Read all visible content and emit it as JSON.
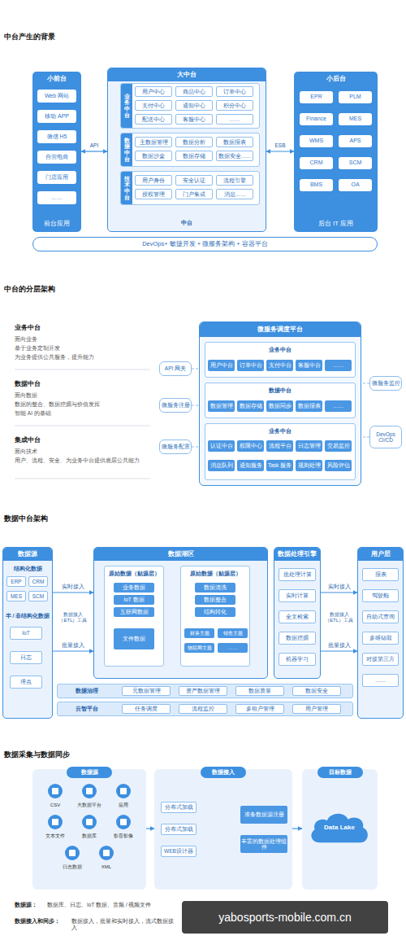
{
  "diagram": {
    "nodes": [
      {
        "text": [
          "小前台",
          "前台应用"
        ]
      },
      {
        "text": [
          "Web 网站"
        ],
        "in": 0
      },
      {
        "text": [
          "移动 APP"
        ],
        "in": 0
      },
      {
        "text": [
          "微信 H5"
        ],
        "in": 0
      },
      {
        "text": [
          "自营电商"
        ],
        "in": 0
      },
      {
        "text": [
          "门店应用"
        ],
        "in": 0
      },
      {
        "text": [
          "……"
        ],
        "in": 0
      },
      {
        "text": [
          "大中台",
          "中台"
        ]
      },
      {
        "text": [
          "业务中台"
        ],
        "in": 7
      },
      {
        "text": [
          "用户中心"
        ],
        "in": 8
      },
      {
        "text": [
          "商品中心"
        ],
        "in": 8
      },
      {
        "text": [
          "订单中心"
        ],
        "in": 8
      },
      {
        "text": [
          "支付中心"
        ],
        "in": 8
      },
      {
        "text": [
          "通知中心"
        ],
        "in": 8
      },
      {
        "text": [
          "积分中心"
        ],
        "in": 8
      },
      {
        "text": [
          "配送中心"
        ],
        "in": 8
      },
      {
        "text": [
          "客服中心"
        ],
        "in": 8
      },
      {
        "text": [
          "……"
        ],
        "in": 8
      },
      {
        "text": [
          "数据中台"
        ],
        "in": 7
      },
      {
        "text": [
          "主数据管理"
        ],
        "in": 18
      },
      {
        "text": [
          "数据分析"
        ],
        "in": 18
      },
      {
        "text": [
          "数据报表"
        ],
        "in": 18
      },
      {
        "text": [
          "数据沙盒"
        ],
        "in": 18
      },
      {
        "text": [
          "数据存储"
        ],
        "in": 18
      },
      {
        "text": [
          "数据安全……"
        ],
        "in": 18
      },
      {
        "text": [
          "技术中台"
        ],
        "in": 7
      },
      {
        "text": [
          "用户身份"
        ],
        "in": 25
      },
      {
        "text": [
          "安全认证"
        ],
        "in": 25
      },
      {
        "text": [
          "流程引擎"
        ],
        "in": 25
      },
      {
        "text": [
          "授权管理"
        ],
        "in": 25
      },
      {
        "text": [
          "门户集成"
        ],
        "in": 25
      },
      {
        "text": [
          "消息……"
        ],
        "in": 25
      },
      {
        "text": [
          "小后台",
          "后台 IT 应用"
        ]
      },
      {
        "text": [
          "EPR"
        ],
        "in": 32
      },
      {
        "text": [
          "PLM"
        ],
        "in": 32
      },
      {
        "text": [
          "Finance"
        ],
        "in": 32
      },
      {
        "text": [
          "MES"
        ],
        "in": 32
      },
      {
        "text": [
          "WMS"
        ],
        "in": 32
      },
      {
        "text": [
          "APS"
        ],
        "in": 32
      },
      {
        "text": [
          "CRM"
        ],
        "in": 32
      },
      {
        "text": [
          "SCM"
        ],
        "in": 32
      },
      {
        "text": [
          "BMS"
        ],
        "in": 32
      },
      {
        "text": [
          "OA"
        ],
        "in": 32
      },
      {
        "text": [
          "DevOps+ 敏捷开发 + 微服务架构 + 容器平台"
        ]
      },
      {
        "text": [
          "微服务调度平台"
        ]
      },
      {
        "text": [
          "业务中台"
        ],
        "in": 44
      },
      {
        "text": [
          "用户中台"
        ],
        "in": 45
      },
      {
        "text": [
          "订单中台"
        ],
        "in": 45
      },
      {
        "text": [
          "支付中台"
        ],
        "in": 45
      },
      {
        "text": [
          "客服中台"
        ],
        "in": 45
      },
      {
        "text": [
          "……"
        ],
        "in": 45
      },
      {
        "text": [
          "数据中台"
        ],
        "in": 44
      },
      {
        "text": [
          "数据管理"
        ],
        "in": 51
      },
      {
        "text": [
          "数据存储"
        ],
        "in": 51
      },
      {
        "text": [
          "数据同步"
        ],
        "in": 51
      },
      {
        "text": [
          "数据报表"
        ],
        "in": 51
      },
      {
        "text": [
          "……"
        ],
        "in": 51
      },
      {
        "text": [
          "业务中台"
        ],
        "in": 44
      },
      {
        "text": [
          "认证中台"
        ],
        "in": 57
      },
      {
        "text": [
          "权限中心"
        ],
        "in": 57
      },
      {
        "text": [
          "流程平台"
        ],
        "in": 57
      },
      {
        "text": [
          "日志管理"
        ],
        "in": 57
      },
      {
        "text": [
          "交易监控"
        ],
        "in": 57
      },
      {
        "text": [
          "消息队列"
        ],
        "in": 57
      },
      {
        "text": [
          "通知服务"
        ],
        "in": 57
      },
      {
        "text": [
          "Task 服务"
        ],
        "in": 57
      },
      {
        "text": [
          "规则处理"
        ],
        "in": 57
      },
      {
        "text": [
          "风险评估"
        ],
        "in": 57
      },
      {
        "text": [
          "API 网关"
        ]
      },
      {
        "text": [
          "微服务注册"
        ]
      },
      {
        "text": [
          "微服务配置"
        ]
      },
      {
        "text": [
          "微服务监控"
        ]
      },
      {
        "text": [
          "DevOps CI/CD"
        ]
      },
      {
        "text": [
          "数据源",
          "结构化数据",
          "半 / 非结构化数据"
        ]
      },
      {
        "text": [
          "ERP"
        ],
        "in": 73
      },
      {
        "text": [
          "CRM"
        ],
        "in": 73
      },
      {
        "text": [
          "MES"
        ],
        "in": 73
      },
      {
        "text": [
          "SCM"
        ],
        "in": 73
      },
      {
        "text": [
          "IoT"
        ],
        "in": 73
      },
      {
        "text": [
          "日志"
        ],
        "in": 73
      },
      {
        "text": [
          "埋点"
        ],
        "in": 73
      },
      {
        "text": [
          "数据湖区"
        ]
      },
      {
        "text": [
          "原始数据（贴源层）"
        ],
        "in": 81
      },
      {
        "text": [
          "业务数据"
        ],
        "in": 82
      },
      {
        "text": [
          "IoT 数据"
        ],
        "in": 82
      },
      {
        "text": [
          "互联网数据"
        ],
        "in": 82
      },
      {
        "text": [
          "文件数据"
        ],
        "in": 82
      },
      {
        "text": [
          "原始数据（贴源层）"
        ],
        "in": 81
      },
      {
        "text": [
          "数据清洗"
        ],
        "in": 87
      },
      {
        "text": [
          "数据整合"
        ],
        "in": 87
      },
      {
        "text": [
          "结构转化"
        ],
        "in": 87
      },
      {
        "text": [
          "财务主题"
        ],
        "in": 87
      },
      {
        "text": [
          "销售主题"
        ],
        "in": 87
      },
      {
        "text": [
          "物联网主题"
        ],
        "in": 87
      },
      {
        "text": [
          "……"
        ],
        "in": 87
      },
      {
        "text": [
          "数据处理引擎"
        ]
      },
      {
        "text": [
          "批处理计算"
        ],
        "in": 95
      },
      {
        "text": [
          "实时计算"
        ],
        "in": 95
      },
      {
        "text": [
          "全文检索"
        ],
        "in": 95
      },
      {
        "text": [
          "数据挖掘"
        ],
        "in": 95
      },
      {
        "text": [
          "机器学习"
        ],
        "in": 95
      },
      {
        "text": [
          "用户层"
        ]
      },
      {
        "text": [
          "报表"
        ],
        "in": 101
      },
      {
        "text": [
          "驾驶舱"
        ],
        "in": 101
      },
      {
        "text": [
          "自助式查询"
        ],
        "in": 101
      },
      {
        "text": [
          "多维钻取"
        ],
        "in": 101
      },
      {
        "text": [
          "对接第三方"
        ],
        "in": 101
      },
      {
        "text": [
          "……"
        ],
        "in": 101
      },
      {
        "text": [
          "数据治理"
        ]
      },
      {
        "text": [
          "元数据管理"
        ],
        "in": 108
      },
      {
        "text": [
          "资产数据管理"
        ],
        "in": 108
      },
      {
        "text": [
          "数据质量"
        ],
        "in": 108
      },
      {
        "text": [
          "数据安全"
        ],
        "in": 108
      },
      {
        "text": [
          "云智平台"
        ]
      },
      {
        "text": [
          "任务调度"
        ],
        "in": 113
      },
      {
        "text": [
          "流程监控"
        ],
        "in": 113
      },
      {
        "text": [
          "多租户管理"
        ],
        "in": 113
      },
      {
        "text": [
          "用户管理"
        ],
        "in": 113
      },
      {
        "text": [
          "数据源"
        ]
      },
      {
        "text": [
          "CSV"
        ],
        "in": 118
      },
      {
        "text": [
          "大数据平台"
        ],
        "in": 118
      },
      {
        "text": [
          "应用"
        ],
        "in": 118
      },
      {
        "text": [
          "文本文件"
        ],
        "in": 118
      },
      {
        "text": [
          "数据库"
        ],
        "in": 118
      },
      {
        "text": [
          "影音影像"
        ],
        "in": 118
      },
      {
        "text": [
          "日志数据"
        ],
        "in": 118
      },
      {
        "text": [
          "XML"
        ],
        "in": 118
      },
      {
        "text": [
          "数据接入"
        ]
      },
      {
        "text": [
          "分布式加载"
        ],
        "in": 127
      },
      {
        "text": [
          "分布式加载"
        ],
        "in": 127
      },
      {
        "text": [
          "WEB设计器"
        ],
        "in": 127
      },
      {
        "text": [
          "准备数据源注册"
        ],
        "in": 127
      },
      {
        "text": [
          "丰富的数据处理组件"
        ],
        "in": 127
      },
      {
        "text": [
          "目标数据"
        ]
      },
      {
        "text": [
          "Data Lake"
        ],
        "in": 133
      }
    ],
    "edges": [
      {
        "from": 0,
        "to": 7,
        "label": "API",
        "arrow": "both"
      },
      {
        "from": 7,
        "to": 32,
        "label": "ESB",
        "arrow": "both"
      },
      {
        "from": 68,
        "to": 44,
        "arrow": "none"
      },
      {
        "from": 69,
        "to": 44,
        "arrow": "none"
      },
      {
        "from": 70,
        "to": 44,
        "arrow": "none"
      },
      {
        "from": 71,
        "to": 44,
        "arrow": "none"
      },
      {
        "from": 72,
        "to": 44,
        "arrow": "none"
      },
      {
        "from": 73,
        "to": 81,
        "label": "实时接入",
        "arrow": "to"
      },
      {
        "from": 73,
        "to": 81,
        "label": "批量接入",
        "arrow": "to"
      },
      {
        "from": 82,
        "to": 87,
        "arrow": "to"
      },
      {
        "from": 95,
        "to": 101,
        "label": "实时接入",
        "arrow": "to"
      },
      {
        "from": 95,
        "to": 101,
        "label": "批量接入",
        "arrow": "to"
      },
      {
        "from": 118,
        "to": 127,
        "arrow": "to"
      },
      {
        "from": 127,
        "to": 133,
        "arrow": "to"
      }
    ],
    "labels": [
      "中台产生的背景",
      "中台的分层架构",
      "业务中台",
      "面向业务",
      "基于业务定制开发",
      "为业务提供公共服务，提升能力",
      "数据中台",
      "面向数据",
      "数据的整合、数据挖掘与价值发挥",
      "智能 AI 的基础",
      "集成中台",
      "面向技术",
      "用户、流程、安全、为业务中台提供底层公共能力",
      "数据中台架构",
      "数据接入（ETL）工具",
      "数据接入（ETL）工具",
      "数据采集与数据同步",
      "数据源：",
      "数据库、日志、IoT 数据、音频 / 视频文件",
      "数据接入和同步：",
      "数据接入，批量和实时接入，流式数据接入",
      "yabosports-mobile.com.cn"
    ]
  }
}
